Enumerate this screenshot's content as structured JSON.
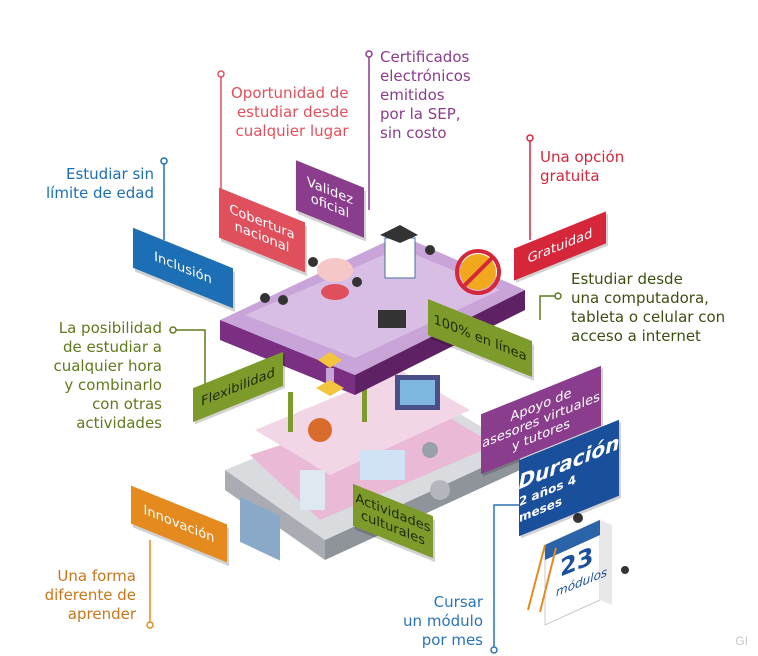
{
  "colors": {
    "pink": "#e0505c",
    "violet": "#8a3d8c",
    "red": "#d6263a",
    "blue": "#1c6fb5",
    "green": "#5f7a1c",
    "teal": "#2b6f8a",
    "orange": "#e58a1f",
    "navy": "#1a4f9c",
    "lightblue": "#2a73b8",
    "purple_platform": "#8e3f94",
    "platform_top": "#c9a4d8",
    "platform_pink": "#e9b9d6",
    "phone_gray": "#c4c7cc"
  },
  "callouts": {
    "cobertura": "Oportunidad de\nestudiar desde\ncualquier lugar",
    "validez": "Certificados\nelectrónicos\nemitidos\npor la SEP,\nsin costo",
    "gratuidad": "Una opción\ngratuita",
    "inclusion": "Estudiar sin\nlímite de edad",
    "enlinea": "Estudiar desde\nuna computadora,\ntableta o celular con\nacceso a internet",
    "flexibilidad": "La posibilidad\nde estudiar a\ncualquier hora\ny combinarlo\ncon otras\nactividades",
    "innovacion": "Una forma\ndiferente de\naprender",
    "modulo": "Cursar\nun módulo\npor mes"
  },
  "tags": {
    "validez": "Validez\noficial",
    "cobertura": "Cobertura\nnacional",
    "gratuidad": "Gratuidad",
    "inclusion": "Inclusión",
    "enlinea": "100% en línea",
    "flexibilidad": "Flexibilidad",
    "apoyo": "Apoyo de\nasesores virtuales\ny tutores",
    "duracion_title": "Duración",
    "duracion_sub": "2 años 4 meses",
    "actividades": "Actividades\nculturales",
    "innovacion": "Innovación"
  },
  "calendar": {
    "number": "23",
    "label": "módulos"
  },
  "watermark": "GI"
}
